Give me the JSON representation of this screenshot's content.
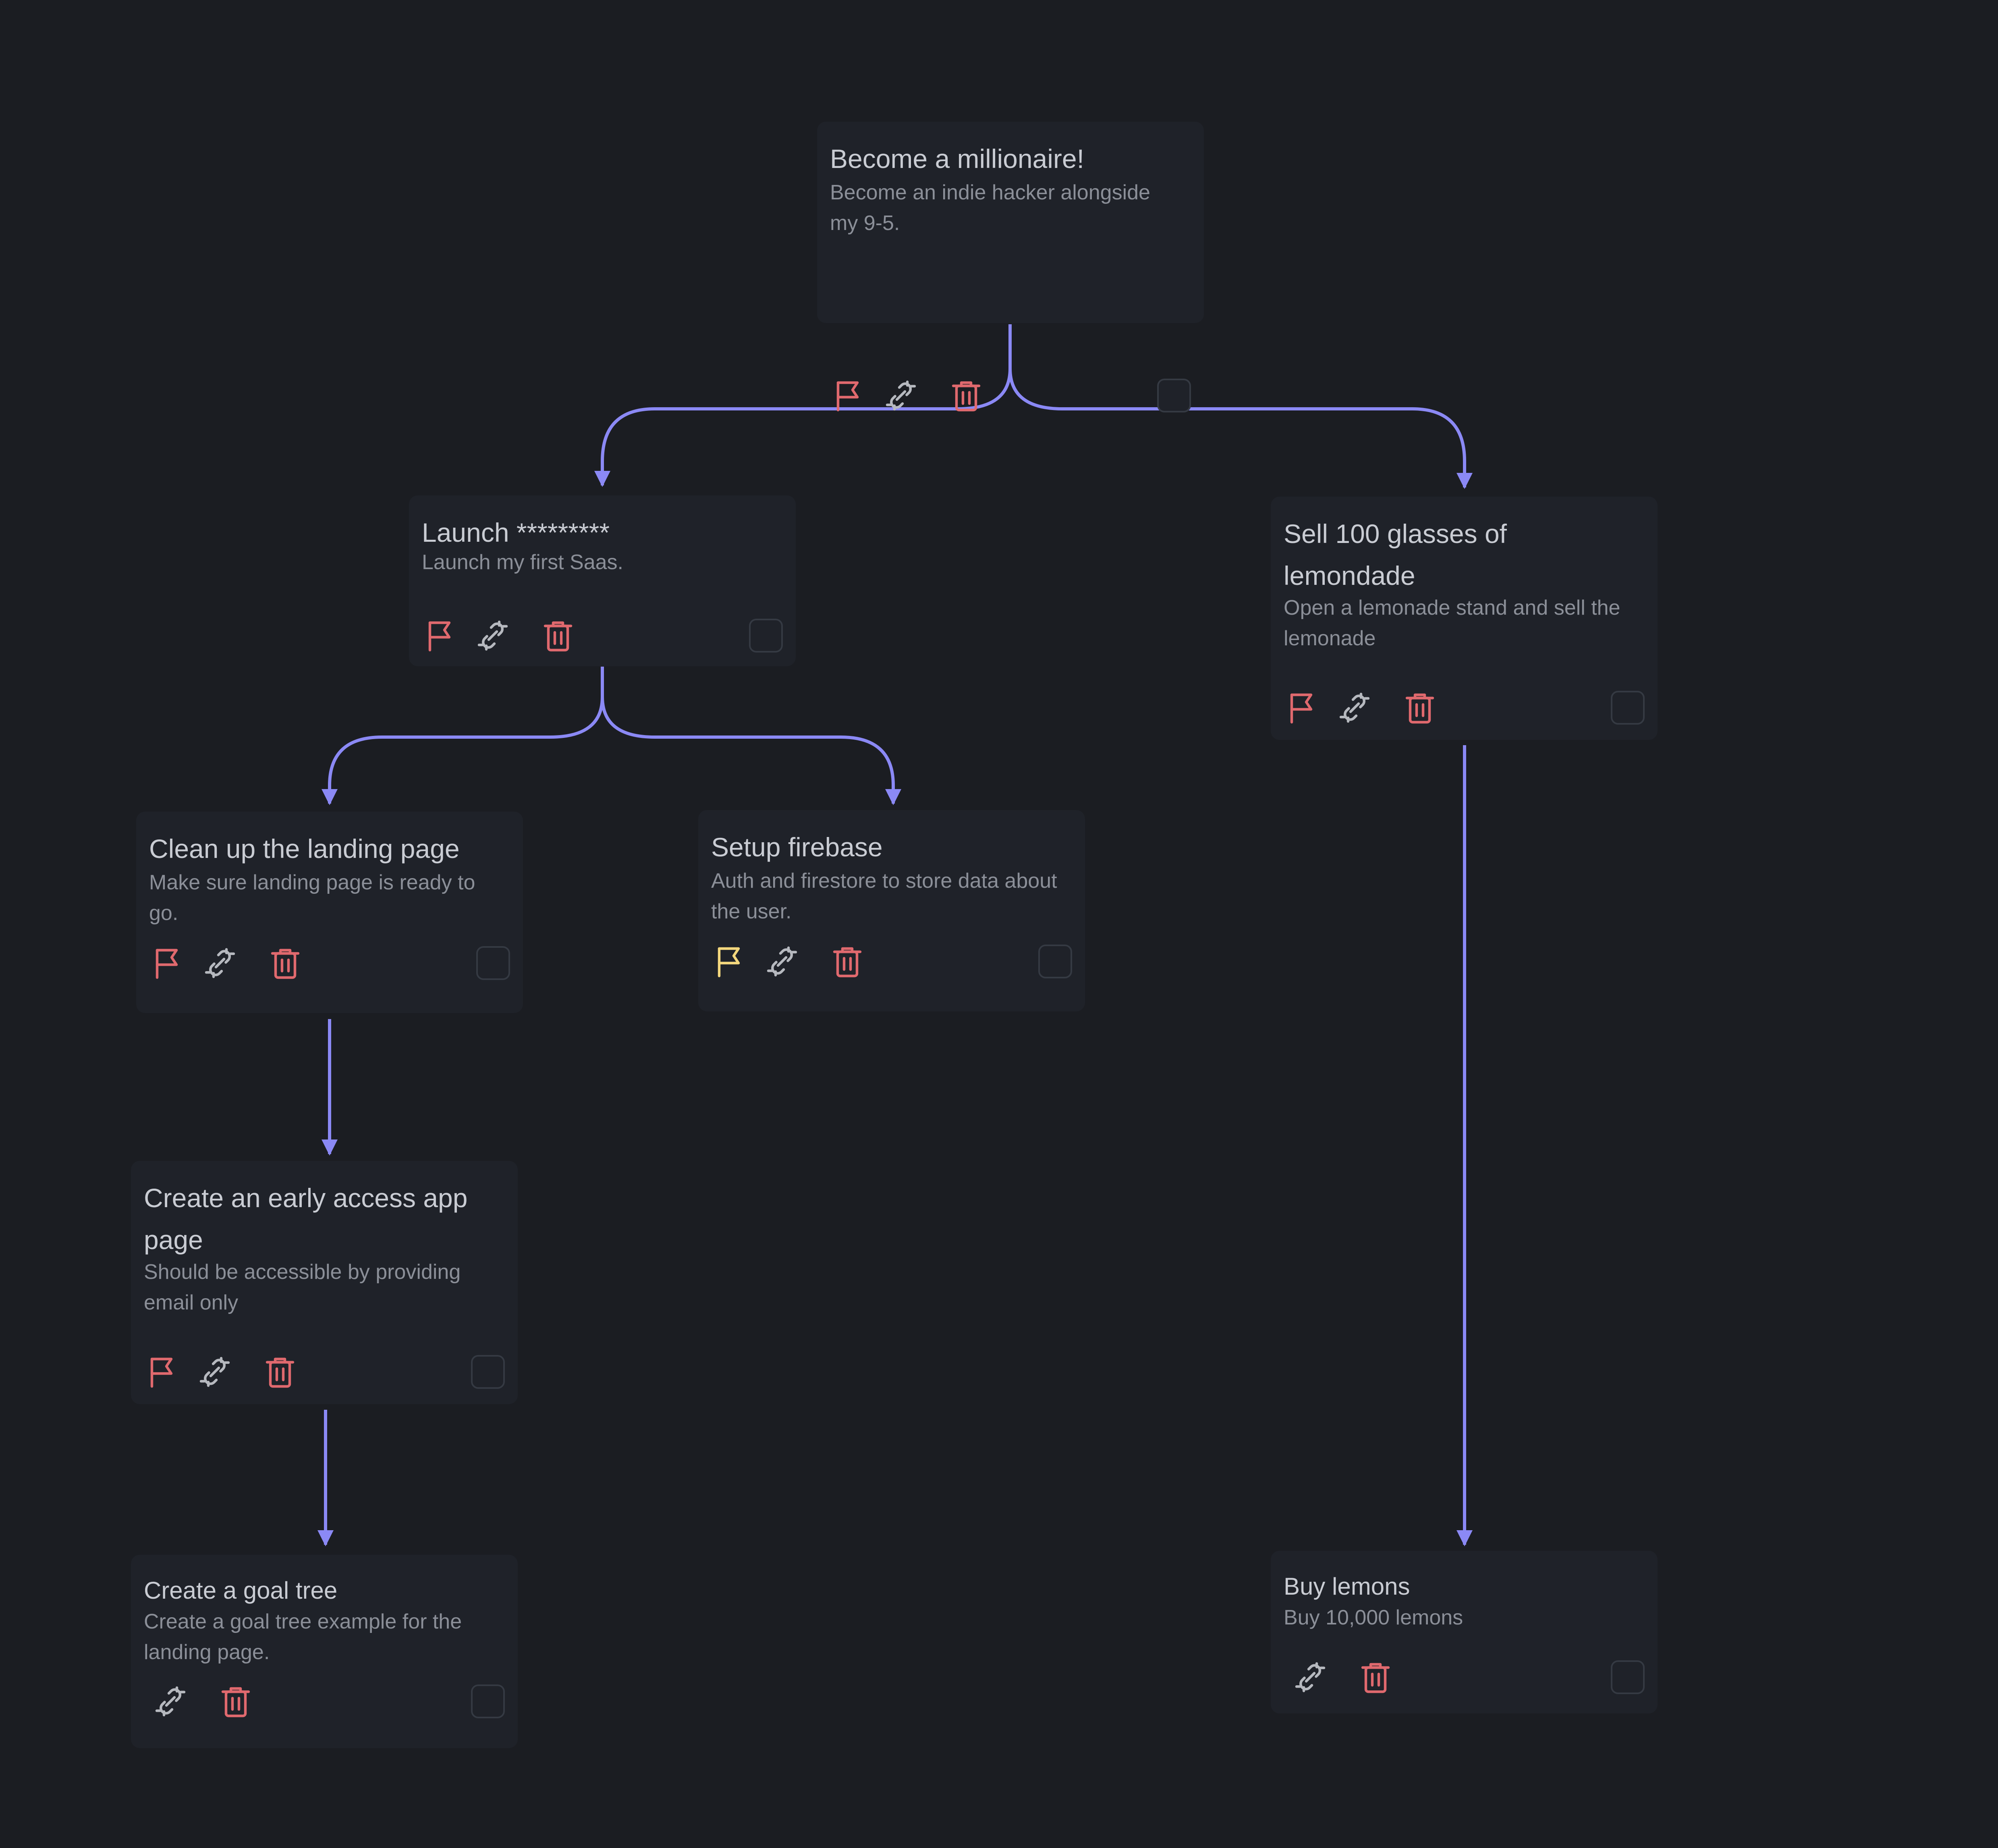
{
  "theme": {
    "background": "#1b1d22",
    "card": "#1f2229",
    "edge": "#8b89f5",
    "flag_red": "#e0696e",
    "flag_yellow": "#f3d77d",
    "delete_red": "#e0696e",
    "link_gray": "#b6b9bf"
  },
  "nodes": [
    {
      "id": "millionaire",
      "title": "Become a millionaire!",
      "description": "Become an indie hacker alongside my 9-5.",
      "flag": "red",
      "has_flag": true,
      "completed": false
    },
    {
      "id": "launch",
      "title": "Launch *********",
      "description": "Launch my first Saas.",
      "flag": "red",
      "has_flag": true,
      "completed": false
    },
    {
      "id": "lemonade",
      "title": "Sell 100 glasses of lemondade",
      "description": "Open a lemonade stand and sell the lemonade",
      "flag": "red",
      "has_flag": true,
      "completed": false
    },
    {
      "id": "landing",
      "title": "Clean up the landing page",
      "description": "Make sure landing page is ready to go.",
      "flag": "red",
      "has_flag": true,
      "completed": false
    },
    {
      "id": "firebase",
      "title": "Setup firebase",
      "description": "Auth and firestore to store data about the user.",
      "flag": "yellow",
      "has_flag": true,
      "completed": false
    },
    {
      "id": "early_access",
      "title": "Create an early access app page",
      "description": "Should be accessible by providing email only",
      "flag": "red",
      "has_flag": true,
      "completed": false
    },
    {
      "id": "goal_tree",
      "title": "Create a goal tree",
      "description": "Create a goal tree example for the landing page.",
      "has_flag": false,
      "completed": false
    },
    {
      "id": "lemons",
      "title": "Buy lemons",
      "description": "Buy 10,000 lemons",
      "has_flag": false,
      "completed": false
    }
  ],
  "edges": [
    {
      "from": "millionaire",
      "to": "launch"
    },
    {
      "from": "millionaire",
      "to": "lemonade"
    },
    {
      "from": "launch",
      "to": "landing"
    },
    {
      "from": "launch",
      "to": "firebase"
    },
    {
      "from": "landing",
      "to": "early_access"
    },
    {
      "from": "early_access",
      "to": "goal_tree"
    },
    {
      "from": "lemonade",
      "to": "lemons"
    }
  ]
}
